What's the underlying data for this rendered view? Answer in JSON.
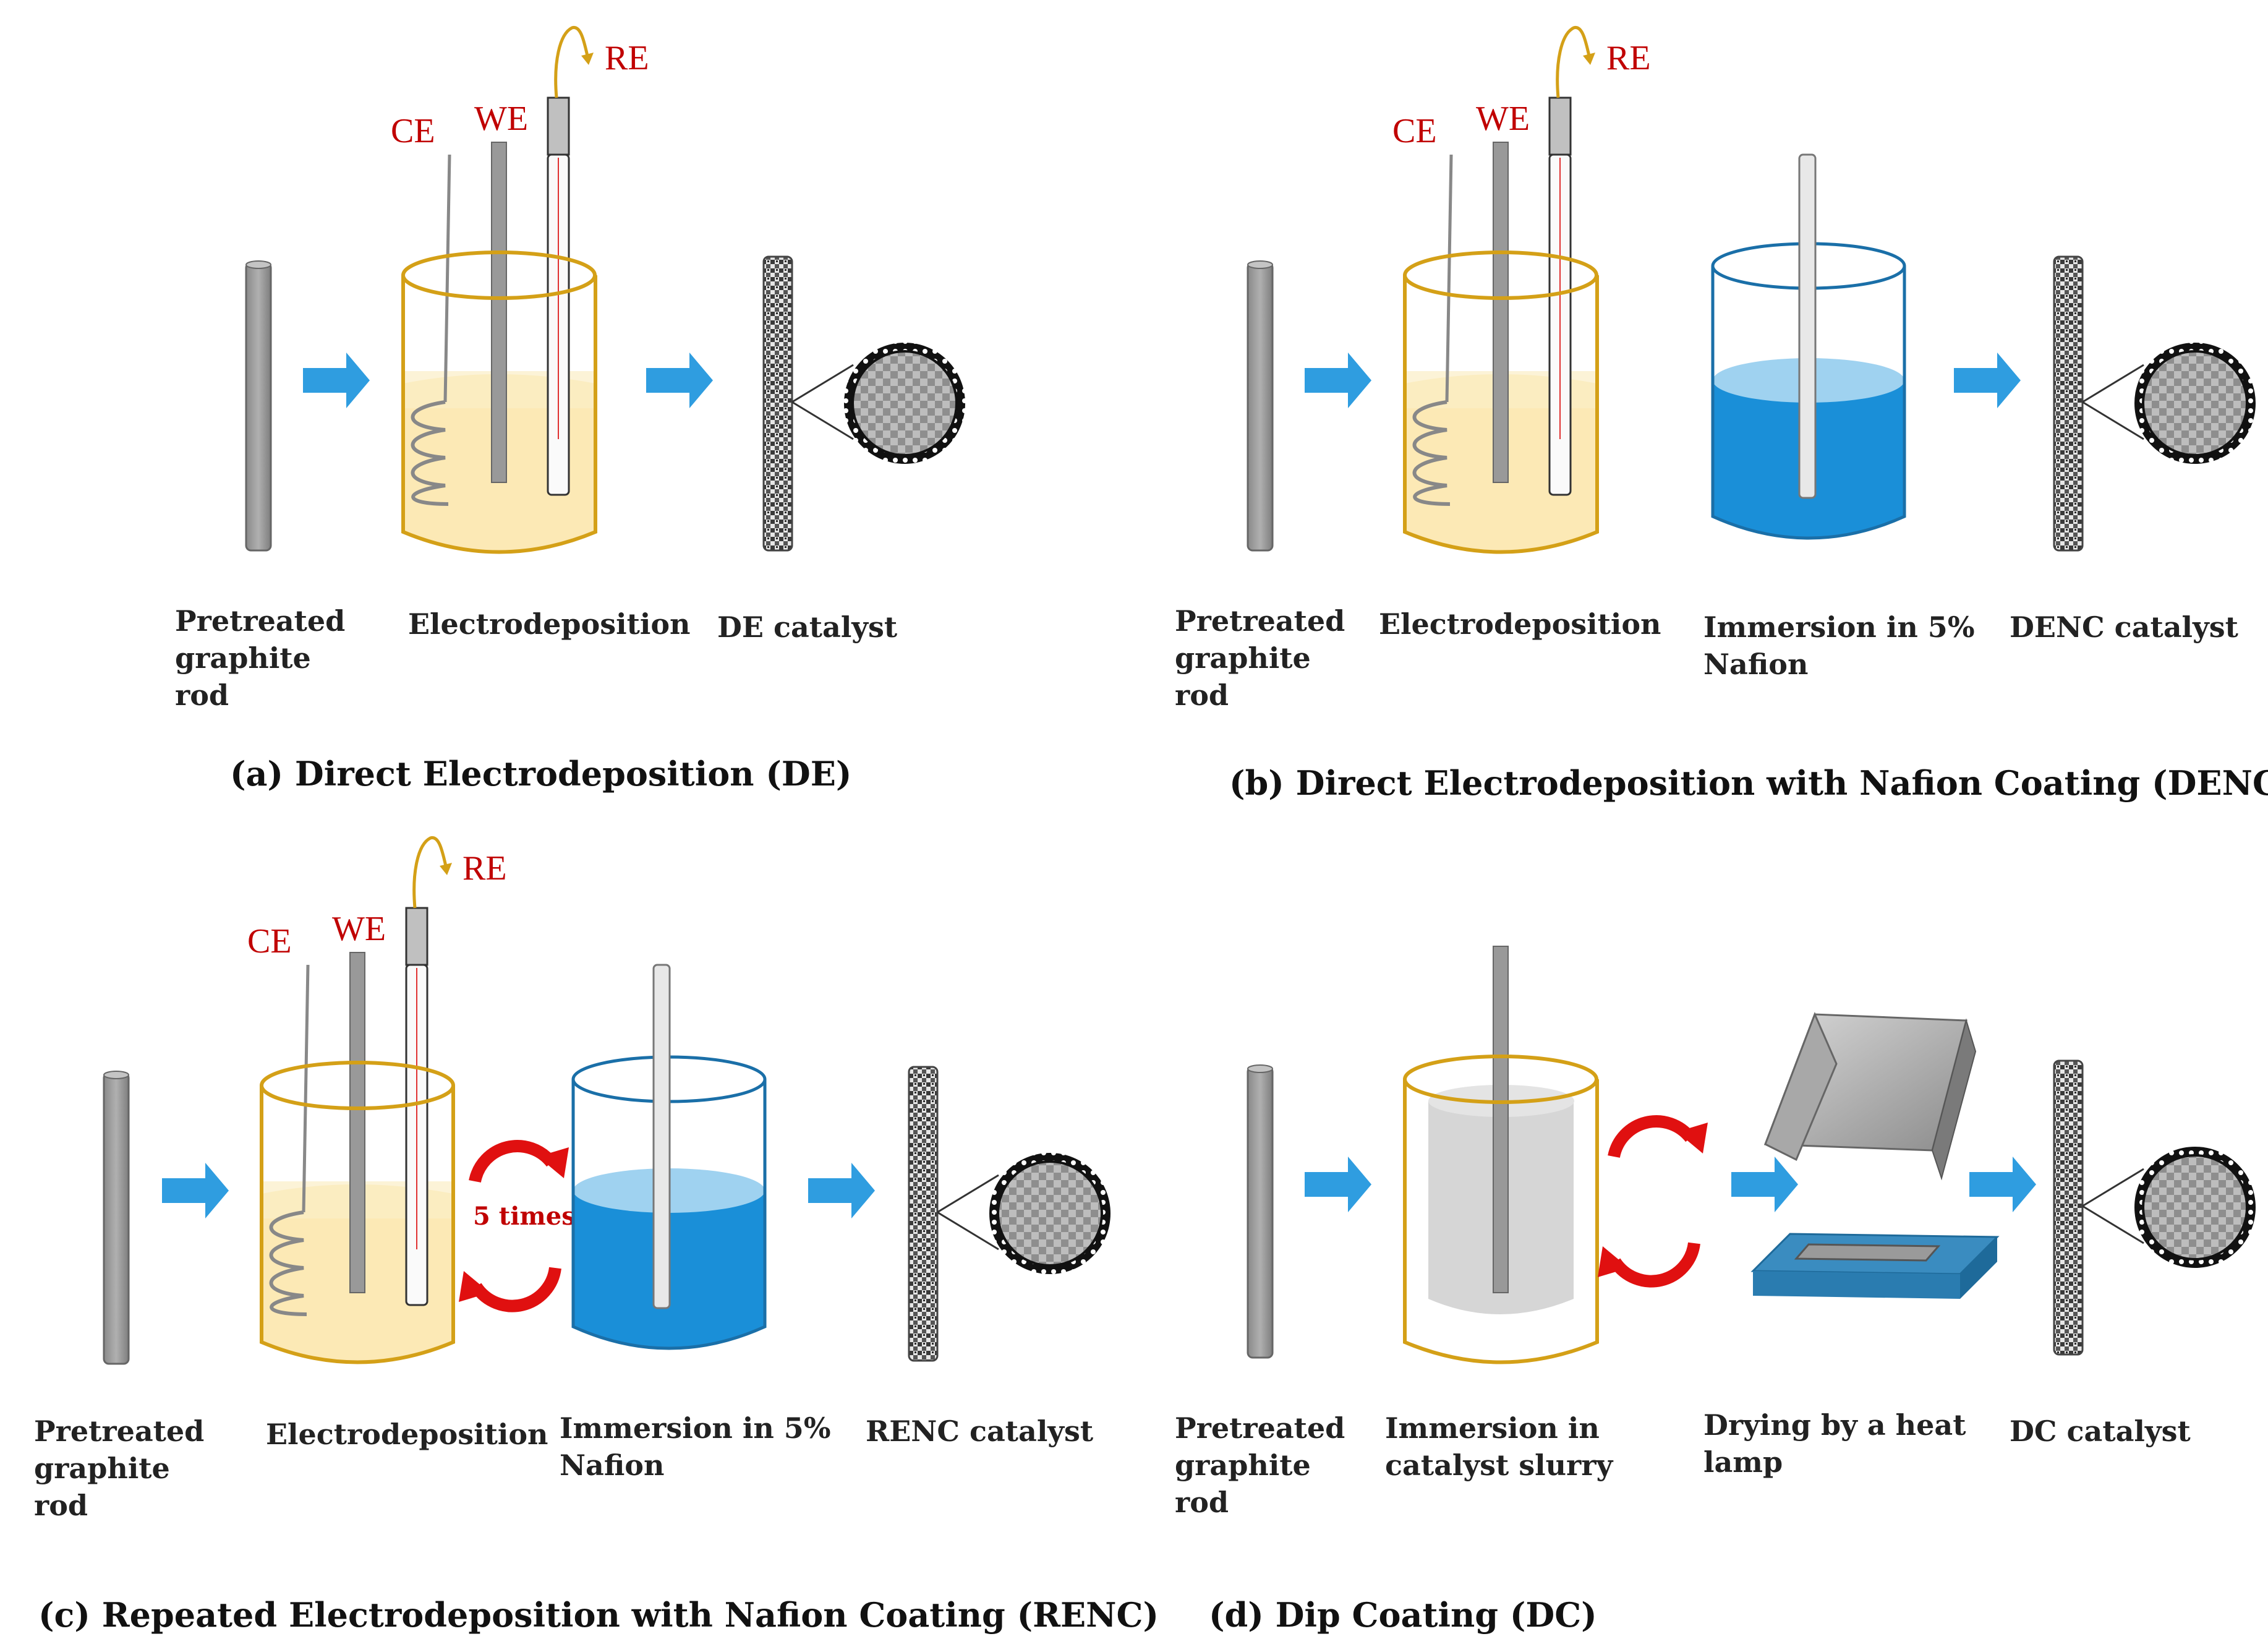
{
  "colors": {
    "graphite": "#9a9a9a",
    "graphite_dark": "#777777",
    "arrow_blue": "#2f9de0",
    "beaker_gold": "#d4a017",
    "electrolyte": "#fbe5a8",
    "nafion_blue": "#1a8fd8",
    "nafion_light": "#9fd2f0",
    "electrode_red": "#c00000",
    "slurry": "#d2d2d2",
    "cycle_red": "#e01010",
    "tray_blue": "#3a8cc0"
  },
  "electrodes": {
    "ce": "CE",
    "we": "WE",
    "re": "RE"
  },
  "panel_a": {
    "caption": "(a) Direct Electrodeposition (DE)",
    "step1": [
      "Pretreated",
      "graphite",
      "rod"
    ],
    "step2": [
      "Electrodeposition"
    ],
    "step3": [
      "DE catalyst"
    ]
  },
  "panel_b": {
    "caption": "(b) Direct Electrodeposition with Nafion Coating (DENC)",
    "step1": [
      "Pretreated",
      "graphite",
      "rod"
    ],
    "step2": [
      "Electrodeposition"
    ],
    "step3": [
      "Immersion in 5%",
      "Nafion"
    ],
    "step4": [
      "DENC catalyst"
    ]
  },
  "panel_c": {
    "caption": "(c) Repeated Electrodeposition with Nafion Coating (RENC)",
    "step1": [
      "Pretreated",
      "graphite",
      "rod"
    ],
    "step2": [
      "Electrodeposition"
    ],
    "step3": [
      "Immersion in 5%",
      "Nafion"
    ],
    "step4": [
      "RENC catalyst"
    ],
    "repeat": "5 times"
  },
  "panel_d": {
    "caption": "(d) Dip Coating (DC)",
    "step1": [
      "Pretreated",
      "graphite",
      "rod"
    ],
    "step2": [
      "Immersion in",
      "catalyst slurry"
    ],
    "step3": [
      "Drying by a heat",
      "lamp"
    ],
    "step4": [
      "DC catalyst"
    ]
  }
}
